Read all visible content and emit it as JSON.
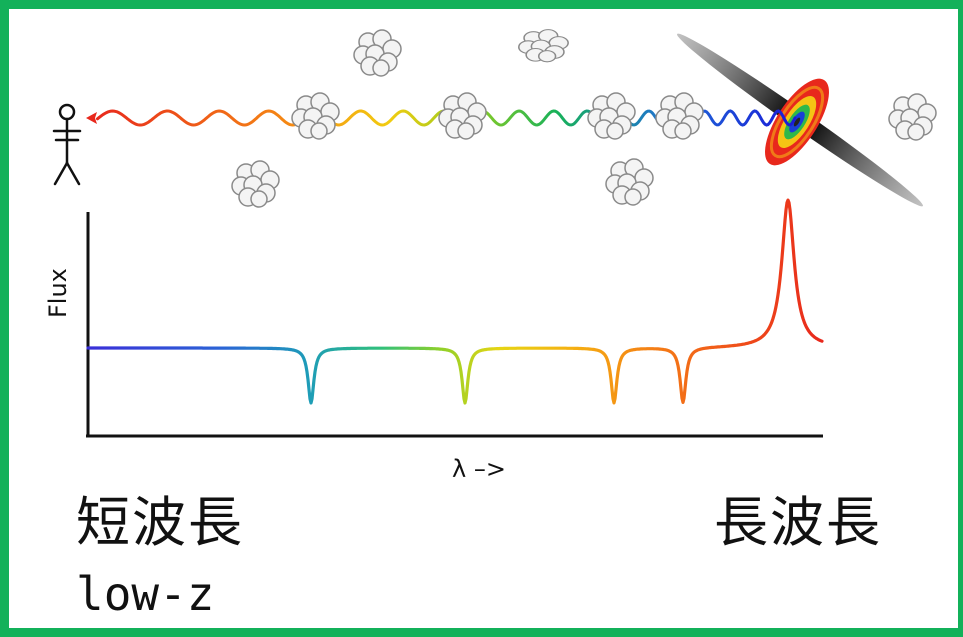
{
  "diagram": {
    "y_axis_label": "Flux",
    "x_axis_label": "λ –>",
    "label_short_wavelength": "短波長",
    "label_long_wavelength": "長波長",
    "label_redshift": "low-z"
  },
  "colors": {
    "frame_border": "#13b15a",
    "background": "#ffffff",
    "spectrum": [
      "#2a2ae0",
      "#1e8fd0",
      "#1fb59a",
      "#4ec64a",
      "#c8d51e",
      "#f2cc10",
      "#f59a12",
      "#f06418",
      "#e8281c"
    ]
  },
  "icons": {
    "observer": "stick-figure-icon",
    "cloud": "gas-cloud-icon",
    "source": "quasar-disk-icon"
  }
}
